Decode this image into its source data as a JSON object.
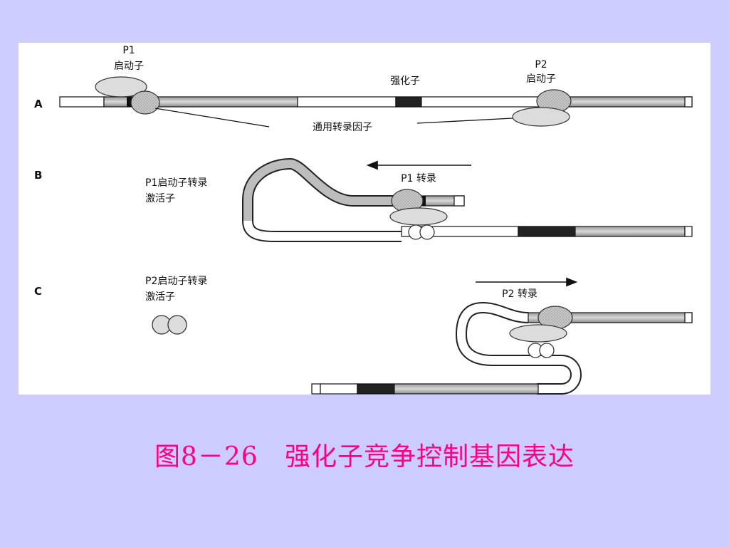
{
  "figure": {
    "panels": [
      {
        "letter": "A",
        "labels": {
          "p1": "P1",
          "promoter": "启动子",
          "p2": "P2",
          "promoter2": "启动子",
          "enhancer": "强化子",
          "general_tf": "通用转录因子"
        }
      },
      {
        "letter": "B",
        "labels": {
          "activator_line1": "P1启动子转录",
          "activator_line2": "激活子",
          "transcription": "P1 转录"
        }
      },
      {
        "letter": "C",
        "labels": {
          "activator_line1": "P2启动子转录",
          "activator_line2": "激活子",
          "transcription": "P2 转录"
        }
      }
    ]
  },
  "caption": "图8－26   强化子竞争控制基因表达",
  "colors": {
    "background": "#ccccff",
    "caption": "#ff0080",
    "panel": "#ffffff"
  },
  "icons": [
    "arrow-left-icon",
    "arrow-right-icon",
    "activator-dimer-icon"
  ]
}
